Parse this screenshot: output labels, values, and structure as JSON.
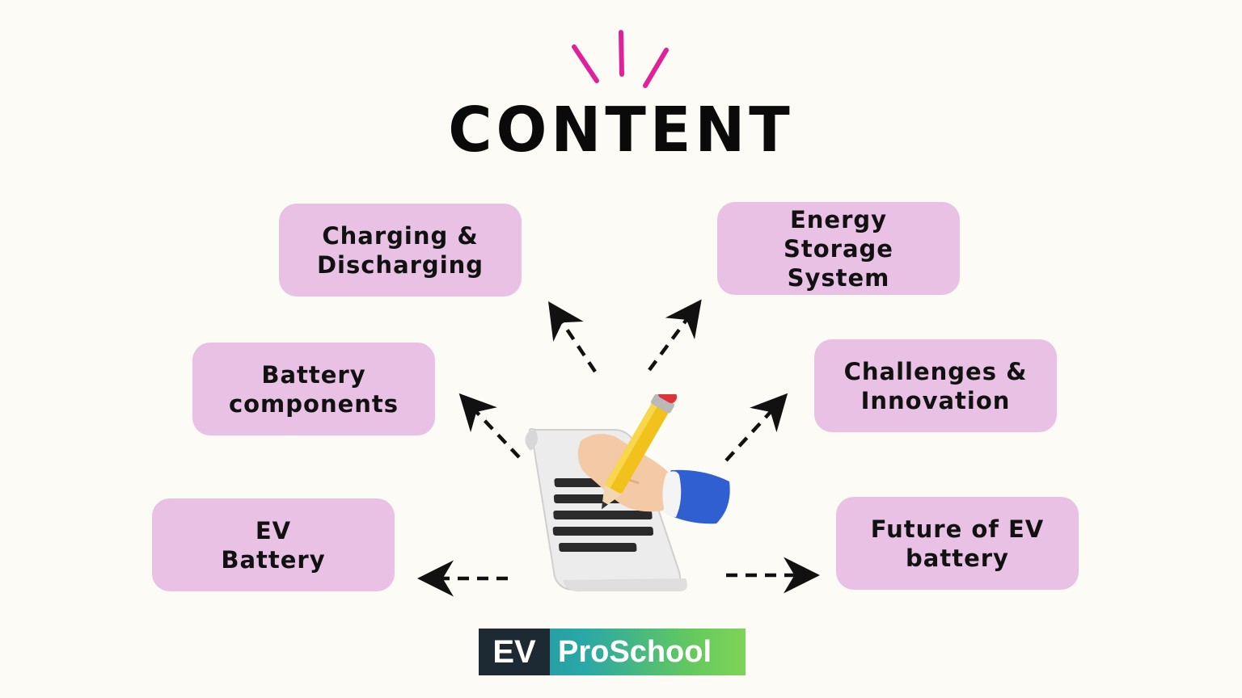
{
  "title": "CONTENT",
  "topics": [
    {
      "id": "charging",
      "label": "Charging &\nDischarging"
    },
    {
      "id": "energy",
      "label": "Energy Storage\nSystem"
    },
    {
      "id": "battery-components",
      "label": "Battery\ncomponents"
    },
    {
      "id": "challenges",
      "label": "Challenges &\nInnovation"
    },
    {
      "id": "ev-battery",
      "label": "EV\nBattery"
    },
    {
      "id": "future",
      "label": "Future of EV\nbattery"
    }
  ],
  "logo": {
    "badge": "EV",
    "name": "ProSchool"
  },
  "colors": {
    "background": "#fcfbf6",
    "box": "#e8c1e4",
    "accent": "#e0219a",
    "arrow": "#111111"
  },
  "icons": [
    "burst-lines-icon",
    "writing-hand-document-icon",
    "dashed-arrow-icon"
  ]
}
